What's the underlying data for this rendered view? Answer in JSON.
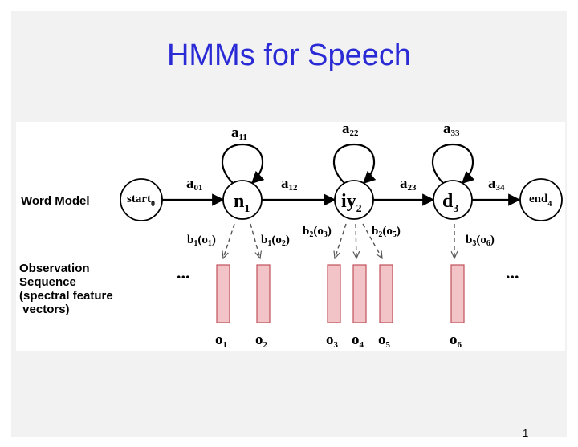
{
  "slide": {
    "title": "HMMs for Speech",
    "page_number": "1"
  },
  "diagram": {
    "left_labels": {
      "word_model": "Word Model",
      "observation": [
        "Observation",
        "Sequence",
        "(spectral feature",
        " vectors)"
      ]
    },
    "states": [
      {
        "id": "start",
        "base": "start",
        "sub": "0"
      },
      {
        "id": "n",
        "base": "n",
        "sub": "1"
      },
      {
        "id": "iy",
        "base": "iy",
        "sub": "2"
      },
      {
        "id": "d",
        "base": "d",
        "sub": "3"
      },
      {
        "id": "end",
        "base": "end",
        "sub": "4"
      }
    ],
    "transitions": [
      {
        "base": "a",
        "sub": "01"
      },
      {
        "base": "a",
        "sub": "12"
      },
      {
        "base": "a",
        "sub": "23"
      },
      {
        "base": "a",
        "sub": "34"
      }
    ],
    "self_loops": [
      {
        "base": "a",
        "sub": "11"
      },
      {
        "base": "a",
        "sub": "22"
      },
      {
        "base": "a",
        "sub": "33"
      }
    ],
    "emissions": [
      {
        "b": "1",
        "o": "1"
      },
      {
        "b": "1",
        "o": "2"
      },
      {
        "b": "2",
        "o": "3"
      },
      {
        "b": "2",
        "o": "5"
      },
      {
        "b": "3",
        "o": "6"
      }
    ],
    "observations": [
      {
        "base": "o",
        "sub": "1"
      },
      {
        "base": "o",
        "sub": "2"
      },
      {
        "base": "o",
        "sub": "3"
      },
      {
        "base": "o",
        "sub": "4"
      },
      {
        "base": "o",
        "sub": "5"
      },
      {
        "base": "o",
        "sub": "6"
      }
    ],
    "ellipsis": "...",
    "colors": {
      "title": "#2b2bd6",
      "observation_fill": "#f2c4c8",
      "observation_stroke": "#c0505a"
    }
  }
}
